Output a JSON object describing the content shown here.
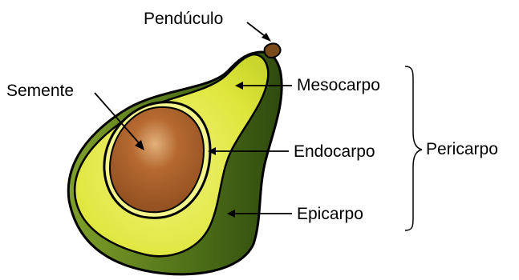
{
  "labels": {
    "penduculo": "Pendúculo",
    "semente": "Semente",
    "mesocarpo": "Mesocarpo",
    "endocarpo": "Endocarpo",
    "epicarpo": "Epicarpo",
    "pericarpo": "Pericarpo"
  },
  "colors": {
    "skin_dark": "#3f5f14",
    "skin_mid": "#6b8a22",
    "flesh_yellow": "#dde63a",
    "flesh_light": "#eef27a",
    "seed": "#a25a26",
    "seed_light": "#d9a06a",
    "stem": "#7a4a1a",
    "outline": "#000000"
  }
}
